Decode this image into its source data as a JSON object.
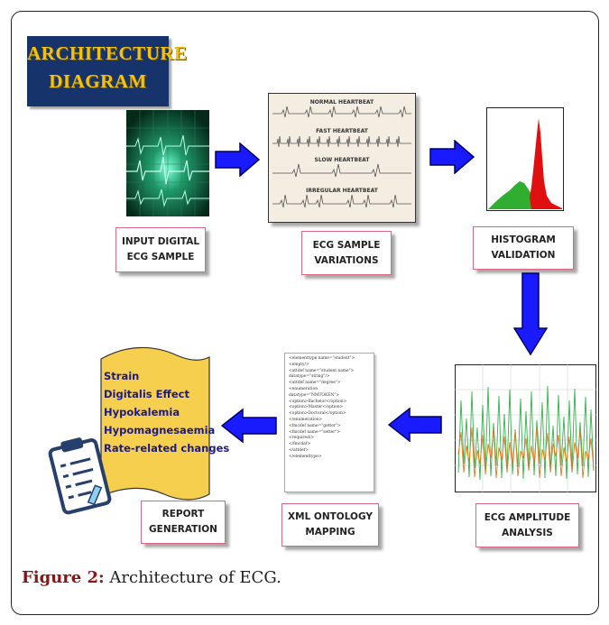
{
  "diagram": {
    "title_line1": "ARCHITECTURE",
    "title_line2": "DIAGRAM",
    "nodes": {
      "input": {
        "line1": "INPUT DIGITAL",
        "line2": "ECG SAMPLE"
      },
      "variations": {
        "line1": "ECG SAMPLE",
        "line2": "VARIATIONS"
      },
      "histogram": {
        "line1": "HISTOGRAM",
        "line2": "VALIDATION"
      },
      "amplitude": {
        "line1": "ECG AMPLITUDE",
        "line2": "ANALYSIS"
      },
      "xml": {
        "line1": "XML ONTOLOGY",
        "line2": "MAPPING"
      },
      "report": {
        "line1": "REPORT",
        "line2": "GENERATION"
      }
    },
    "waveform_labels": [
      "NORMAL HEARTBEAT",
      "FAST HEARTBEAT",
      "SLOW HEARTBEAT",
      "IRREGULAR HEARTBEAT"
    ],
    "report_items": [
      "Strain",
      "Digitalis Effect",
      "Hypokalemia",
      "Hypomagnesaemia",
      "Rate-related changes"
    ],
    "xml_lines": [
      "<elementtype name=\"student\">",
      "  <empty/>",
      "  <attdef name=\"student name\">",
      "datatype=\"string\"/>",
      "  <attdef name=\"degree\">",
      "    <enumeration",
      "datatype=\"NMTOKEN\">",
      "    <option>Bachelor</option>",
      "    <option>Master</option>",
      "    <option>Doctoral</option>",
      "  </enumeration>",
      "  <fmcdef name=\"getter\">",
      "  <fmcdef name=\"setter\">",
      "    <required/>",
      "    </fmcdef>",
      "  </attdef>",
      "</elementtype>"
    ],
    "colors": {
      "arrow_fill": "#1a1aff",
      "arrow_stroke": "#000066",
      "label_border": "#d86a86",
      "title_bg": "#16346b",
      "title_text": "#f4c20d"
    }
  },
  "caption": {
    "label": "Figure 2:",
    "text": " Architecture of ECG."
  }
}
